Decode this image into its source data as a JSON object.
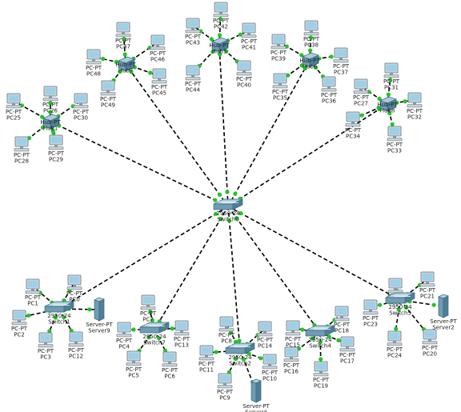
{
  "colors": {
    "link": "#000000",
    "port": "#22c522",
    "pc_screen": "#9ecfe6",
    "device": "#5a8fa8"
  },
  "central_switch": {
    "id": "core",
    "label_type": "2950-24",
    "label_name": "Switch0"
  },
  "hubs": [
    {
      "id": "hub1",
      "label_type": "Hub-PT",
      "label_name": "Hub1"
    },
    {
      "id": "hub7",
      "label_type": "Hub-PT",
      "label_name": "Hub7"
    },
    {
      "id": "hub5",
      "label_type": "Hub-PT",
      "label_name": "Hub5"
    },
    {
      "id": "hub6",
      "label_type": "Hub-PT",
      "label_name": "Hub6"
    },
    {
      "id": "hub8",
      "label_type": "Hub-PT",
      "label_name": "Hub8"
    }
  ],
  "switches": [
    {
      "id": "sw1",
      "label_type": "2950-24",
      "label_name": "Switch1"
    },
    {
      "id": "sw7",
      "label_type": "2950-24",
      "label_name": "Switch7"
    },
    {
      "id": "sw2",
      "label_type": "2950-24",
      "label_name": "Switch2"
    },
    {
      "id": "sw4",
      "label_type": "2950-24",
      "label_name": "Switch4"
    },
    {
      "id": "sw5",
      "label_type": "2950-24",
      "label_name": "Switch5"
    }
  ],
  "servers": [
    {
      "id": "server9",
      "label_type": "Server-PT",
      "label_name": "Server9"
    },
    {
      "id": "server4",
      "label_type": "Server-PT",
      "label_name": "Server4"
    },
    {
      "id": "server2",
      "label_type": "Server-PT",
      "label_name": "Server2"
    }
  ],
  "pcs": [
    {
      "id": "pc25",
      "label_type": "PC-PT",
      "label_name": "PC25"
    },
    {
      "id": "pc26",
      "label_type": "PC-PT",
      "label_name": "PC26"
    },
    {
      "id": "pc30",
      "label_type": "PC-PT",
      "label_name": "PC30"
    },
    {
      "id": "pc28",
      "label_type": "PC-PT",
      "label_name": "PC28"
    },
    {
      "id": "pc29",
      "label_type": "PC-PT",
      "label_name": "PC29"
    },
    {
      "id": "pc47",
      "label_type": "PC-PT",
      "label_name": "PC47"
    },
    {
      "id": "pc46",
      "label_type": "PC-PT",
      "label_name": "PC46"
    },
    {
      "id": "pc48",
      "label_type": "PC-PT",
      "label_name": "PC48"
    },
    {
      "id": "pc49",
      "label_type": "PC-PT",
      "label_name": "PC49"
    },
    {
      "id": "pc45",
      "label_type": "PC-PT",
      "label_name": "PC45"
    },
    {
      "id": "pc42",
      "label_type": "PC-PT",
      "label_name": "PC42"
    },
    {
      "id": "pc43",
      "label_type": "PC-PT",
      "label_name": "PC43"
    },
    {
      "id": "pc41",
      "label_type": "PC-PT",
      "label_name": "PC41"
    },
    {
      "id": "pc44",
      "label_type": "PC-PT",
      "label_name": "PC44"
    },
    {
      "id": "pc40",
      "label_type": "PC-PT",
      "label_name": "PC40"
    },
    {
      "id": "pc38",
      "label_type": "PC-PT",
      "label_name": "PC38"
    },
    {
      "id": "pc39",
      "label_type": "PC-PT",
      "label_name": "PC39"
    },
    {
      "id": "pc37",
      "label_type": "PC-PT",
      "label_name": "PC37"
    },
    {
      "id": "pc35",
      "label_type": "PC-PT",
      "label_name": "PC35"
    },
    {
      "id": "pc36",
      "label_type": "PC-PT",
      "label_name": "PC36"
    },
    {
      "id": "pc31",
      "label_type": "PC-PT",
      "label_name": "PC31"
    },
    {
      "id": "pc27",
      "label_type": "PC-PT",
      "label_name": "PC27"
    },
    {
      "id": "pc32",
      "label_type": "PC-PT",
      "label_name": "PC32"
    },
    {
      "id": "pc34",
      "label_type": "PC-PT",
      "label_name": "PC34"
    },
    {
      "id": "pc33",
      "label_type": "PC-PT",
      "label_name": "PC33"
    },
    {
      "id": "pc1",
      "label_type": "PC-PT",
      "label_name": "PC1"
    },
    {
      "id": "pc0",
      "label_type": "PC-PT",
      "label_name": "PC0"
    },
    {
      "id": "pc2",
      "label_type": "PC-PT",
      "label_name": "PC2"
    },
    {
      "id": "pc3",
      "label_type": "PC-PT",
      "label_name": "PC3"
    },
    {
      "id": "pc12",
      "label_type": "PC-PT",
      "label_name": "PC12"
    },
    {
      "id": "pc7",
      "label_type": "PC-PT",
      "label_name": "PC7"
    },
    {
      "id": "pc4",
      "label_type": "PC-PT",
      "label_name": "PC4"
    },
    {
      "id": "pc13",
      "label_type": "PC-PT",
      "label_name": "PC13"
    },
    {
      "id": "pc5",
      "label_type": "PC-PT",
      "label_name": "PC5"
    },
    {
      "id": "pc6",
      "label_type": "PC-PT",
      "label_name": "PC6"
    },
    {
      "id": "pc8",
      "label_type": "PC-PT",
      "label_name": "PC8"
    },
    {
      "id": "pc14",
      "label_type": "PC-PT",
      "label_name": "PC14"
    },
    {
      "id": "pc11",
      "label_type": "PC-PT",
      "label_name": "PC11"
    },
    {
      "id": "pc10",
      "label_type": "PC-PT",
      "label_name": "PC10"
    },
    {
      "id": "pc9",
      "label_type": "PC-PT",
      "label_name": "PC9"
    },
    {
      "id": "pc15",
      "label_type": "PC-PT",
      "label_name": "PC15"
    },
    {
      "id": "pc18",
      "label_type": "PC-PT",
      "label_name": "PC18"
    },
    {
      "id": "pc16",
      "label_type": "PC-PT",
      "label_name": "PC16"
    },
    {
      "id": "pc17",
      "label_type": "PC-PT",
      "label_name": "PC17"
    },
    {
      "id": "pc19",
      "label_type": "PC-PT",
      "label_name": "PC19"
    },
    {
      "id": "pc22",
      "label_type": "PC-PT",
      "label_name": "PC22"
    },
    {
      "id": "pc21",
      "label_type": "PC-PT",
      "label_name": "PC21"
    },
    {
      "id": "pc23",
      "label_type": "PC-PT",
      "label_name": "PC23"
    },
    {
      "id": "pc24",
      "label_type": "PC-PT",
      "label_name": "PC24"
    },
    {
      "id": "pc20",
      "label_type": "PC-PT",
      "label_name": "PC20"
    }
  ],
  "links": [
    [
      "core",
      "hub1"
    ],
    [
      "core",
      "hub7"
    ],
    [
      "core",
      "hub5"
    ],
    [
      "core",
      "hub6"
    ],
    [
      "core",
      "hub8"
    ],
    [
      "core",
      "sw1"
    ],
    [
      "core",
      "sw7"
    ],
    [
      "core",
      "sw2"
    ],
    [
      "core",
      "sw4"
    ],
    [
      "core",
      "sw5"
    ],
    [
      "hub1",
      "pc25"
    ],
    [
      "hub1",
      "pc26"
    ],
    [
      "hub1",
      "pc30"
    ],
    [
      "hub1",
      "pc28"
    ],
    [
      "hub1",
      "pc29"
    ],
    [
      "hub7",
      "pc47"
    ],
    [
      "hub7",
      "pc46"
    ],
    [
      "hub7",
      "pc48"
    ],
    [
      "hub7",
      "pc49"
    ],
    [
      "hub7",
      "pc45"
    ],
    [
      "hub5",
      "pc42"
    ],
    [
      "hub5",
      "pc43"
    ],
    [
      "hub5",
      "pc41"
    ],
    [
      "hub5",
      "pc44"
    ],
    [
      "hub5",
      "pc40"
    ],
    [
      "hub6",
      "pc38"
    ],
    [
      "hub6",
      "pc39"
    ],
    [
      "hub6",
      "pc37"
    ],
    [
      "hub6",
      "pc35"
    ],
    [
      "hub6",
      "pc36"
    ],
    [
      "hub8",
      "pc31"
    ],
    [
      "hub8",
      "pc27"
    ],
    [
      "hub8",
      "pc32"
    ],
    [
      "hub8",
      "pc34"
    ],
    [
      "hub8",
      "pc33"
    ],
    [
      "sw1",
      "pc1"
    ],
    [
      "sw1",
      "pc0"
    ],
    [
      "sw1",
      "pc2"
    ],
    [
      "sw1",
      "pc3"
    ],
    [
      "sw1",
      "pc12"
    ],
    [
      "sw1",
      "server9"
    ],
    [
      "sw7",
      "pc7"
    ],
    [
      "sw7",
      "pc4"
    ],
    [
      "sw7",
      "pc13"
    ],
    [
      "sw7",
      "pc5"
    ],
    [
      "sw7",
      "pc6"
    ],
    [
      "sw2",
      "pc8"
    ],
    [
      "sw2",
      "pc14"
    ],
    [
      "sw2",
      "pc11"
    ],
    [
      "sw2",
      "pc10"
    ],
    [
      "sw2",
      "pc9"
    ],
    [
      "sw2",
      "server4"
    ],
    [
      "sw4",
      "pc15"
    ],
    [
      "sw4",
      "pc18"
    ],
    [
      "sw4",
      "pc16"
    ],
    [
      "sw4",
      "pc17"
    ],
    [
      "sw4",
      "pc19"
    ],
    [
      "sw5",
      "pc22"
    ],
    [
      "sw5",
      "pc21"
    ],
    [
      "sw5",
      "pc23"
    ],
    [
      "sw5",
      "pc24"
    ],
    [
      "sw5",
      "pc20"
    ],
    [
      "sw5",
      "server2"
    ]
  ]
}
